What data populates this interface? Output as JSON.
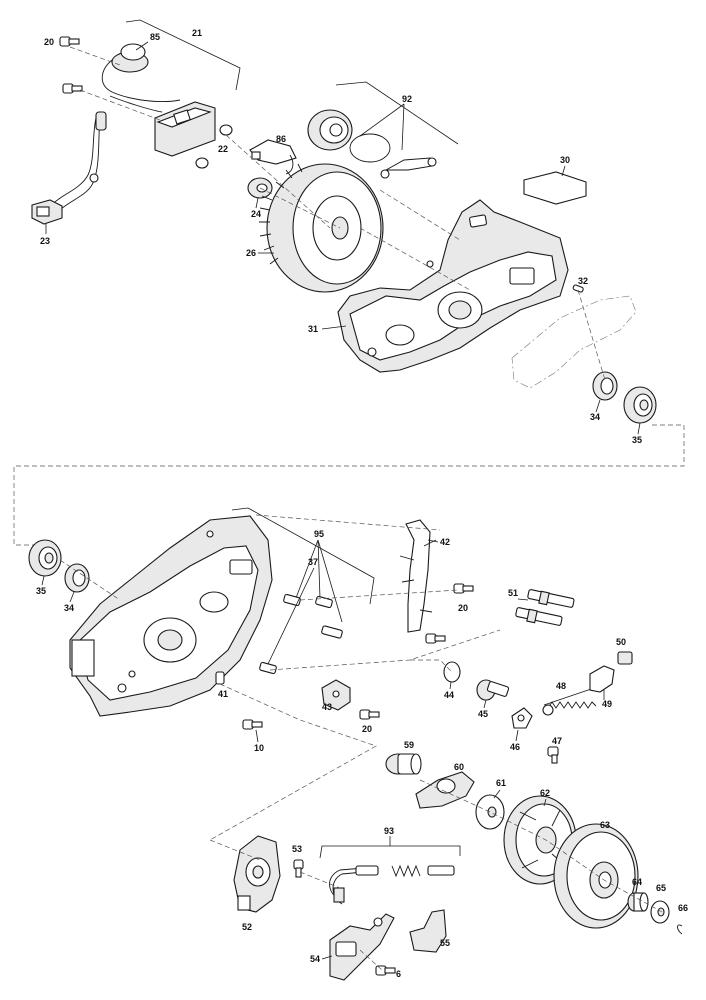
{
  "callouts": {
    "c20a": "20",
    "c85": "85",
    "c21": "21",
    "c22": "22",
    "c23": "23",
    "c86": "86",
    "c24": "24",
    "c26": "26",
    "c92": "92",
    "c30": "30",
    "c31": "31",
    "c32": "32",
    "c34a": "34",
    "c35a": "35",
    "c35b": "35",
    "c34b": "34",
    "c95": "95",
    "c37": "37",
    "c42": "42",
    "c20b": "20",
    "c51": "51",
    "c50": "50",
    "c41": "41",
    "c43": "43",
    "c20c": "20",
    "c10": "10",
    "c44": "44",
    "c45": "45",
    "c48": "48",
    "c49": "49",
    "c46": "46",
    "c47": "47",
    "c59": "59",
    "c60": "60",
    "c61": "61",
    "c62": "62",
    "c63": "63",
    "c93": "93",
    "c53": "53",
    "c52": "52",
    "c64": "64",
    "c65": "65",
    "c66": "66",
    "c55": "55",
    "c54": "54",
    "c6": "6"
  }
}
